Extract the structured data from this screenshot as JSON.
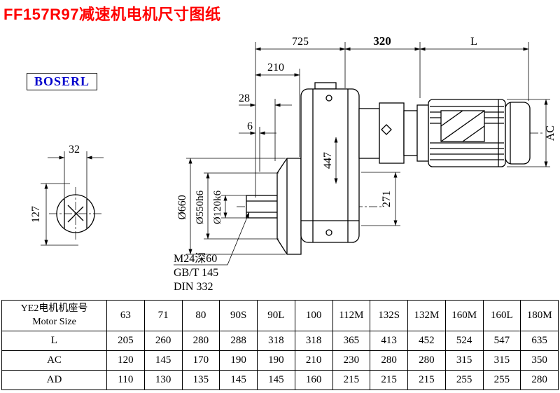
{
  "page": {
    "title": "FF157R97减速机电机尺寸图纸",
    "logo": "BOSERL"
  },
  "drawing": {
    "dims": {
      "d725": "725",
      "d320": "320",
      "dL": "L",
      "d210": "210",
      "d28": "28",
      "d6": "6",
      "d32": "32",
      "d127": "127",
      "d447": "447",
      "d271": "271",
      "dAC": "AC",
      "d660": "Ø660",
      "d550": "Ø550h6",
      "d120": "Ø120k6"
    },
    "notes": {
      "thread": "M24深60",
      "gb": "GB/T 145",
      "din": "DIN 332"
    }
  },
  "table": {
    "header_cn": "YE2电机机座号",
    "header_en": "Motor Size",
    "sizes": [
      "63",
      "71",
      "80",
      "90S",
      "90L",
      "100",
      "112M",
      "132S",
      "132M",
      "160M",
      "160L",
      "180M"
    ],
    "rows": [
      {
        "label": "L",
        "values": [
          "205",
          "260",
          "280",
          "288",
          "318",
          "318",
          "365",
          "413",
          "452",
          "524",
          "547",
          "635"
        ]
      },
      {
        "label": "AC",
        "values": [
          "120",
          "145",
          "170",
          "190",
          "190",
          "210",
          "230",
          "280",
          "280",
          "315",
          "315",
          "350"
        ]
      },
      {
        "label": "AD",
        "values": [
          "110",
          "130",
          "135",
          "145",
          "145",
          "160",
          "215",
          "215",
          "215",
          "255",
          "255",
          "280"
        ]
      }
    ]
  }
}
